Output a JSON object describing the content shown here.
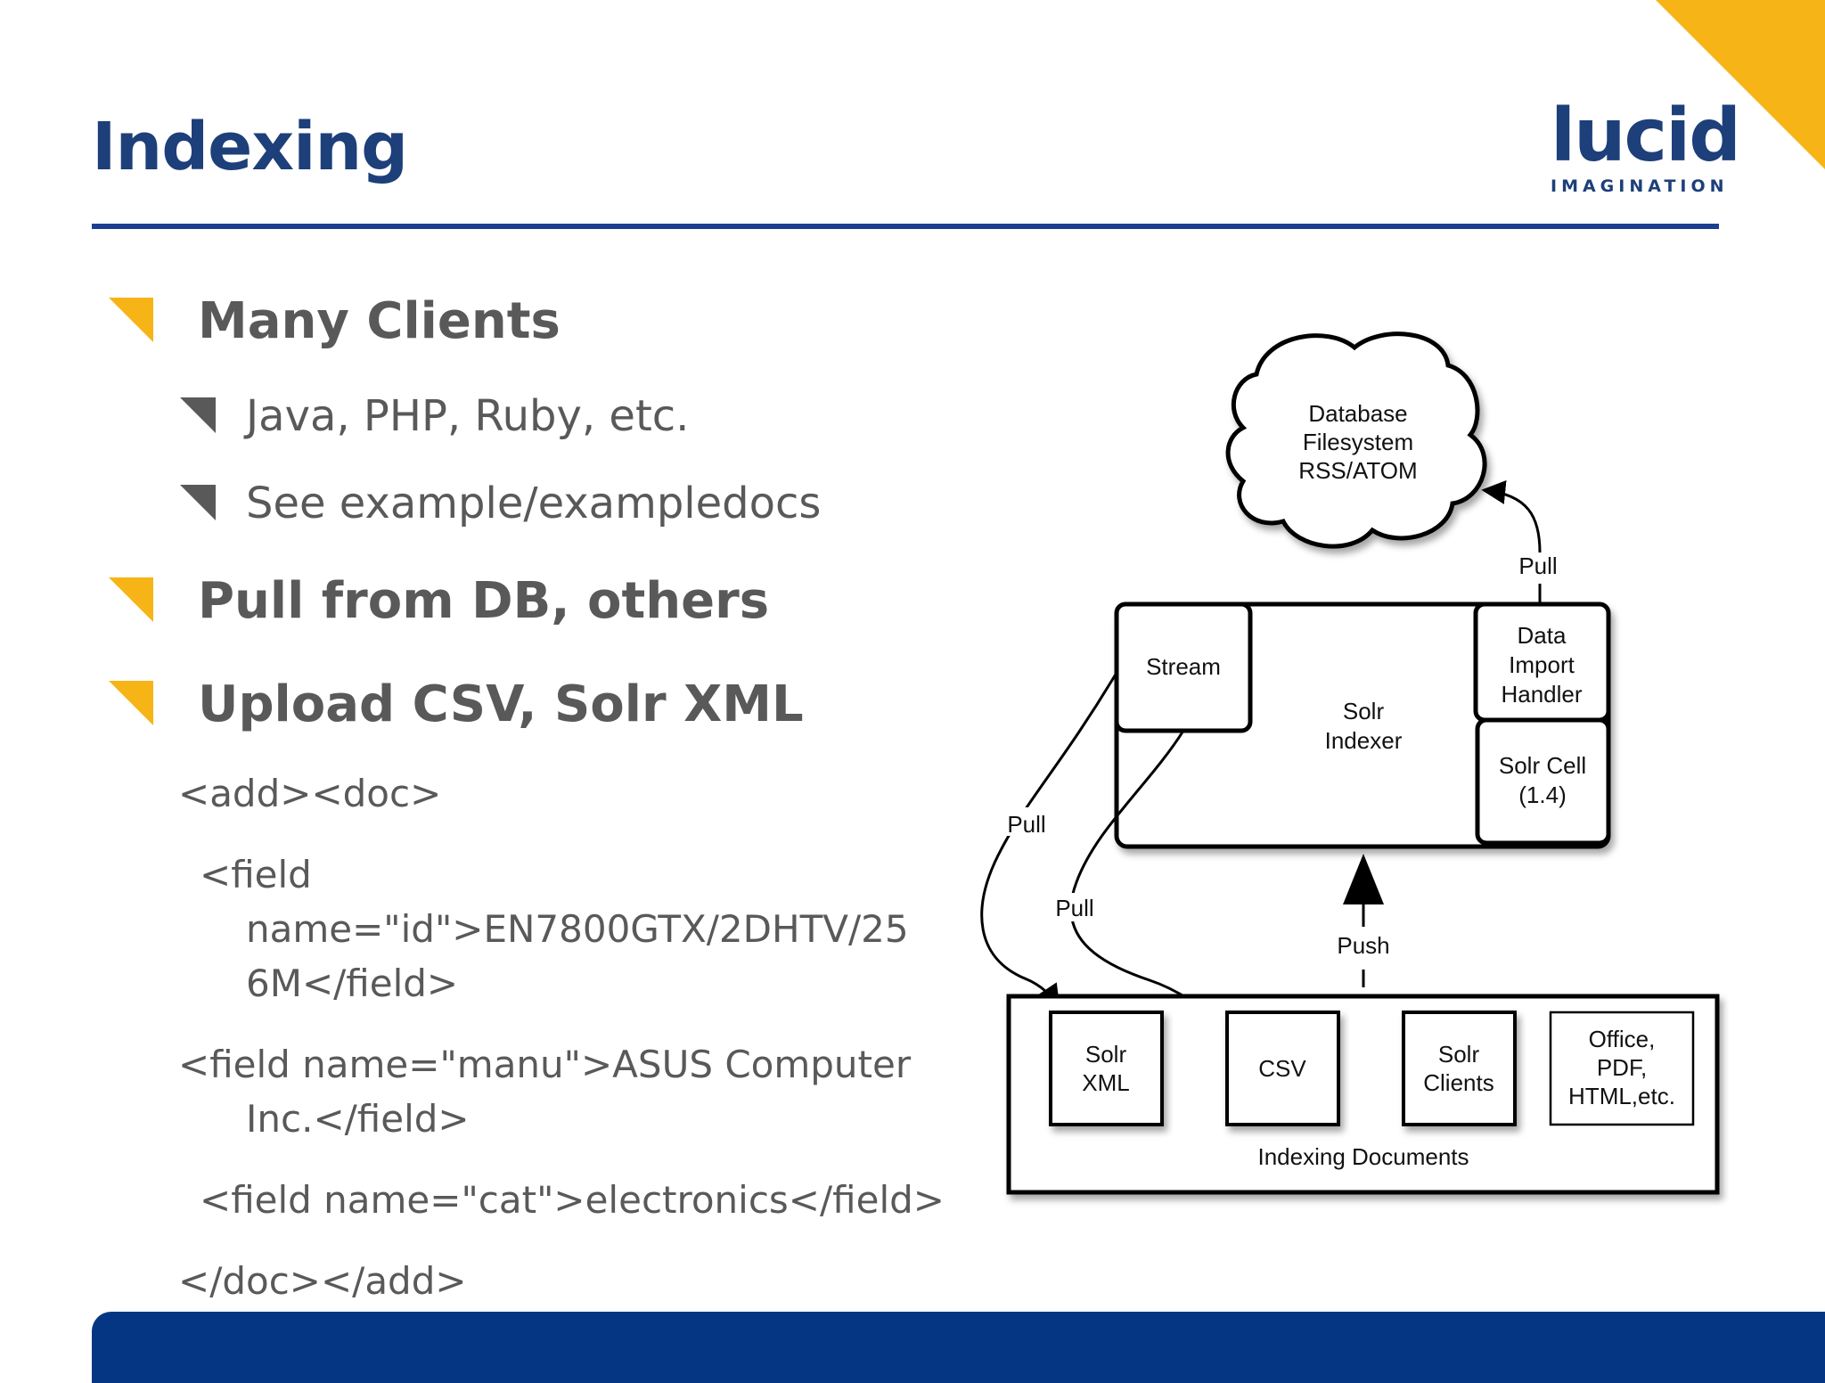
{
  "slide": {
    "title": "Indexing",
    "accent_color": "#f6b417",
    "brand_color": "#1d3f7a",
    "footer_color": "#053683"
  },
  "logo": {
    "main": "lucid",
    "sub": "IMAGINATION"
  },
  "bullets": [
    {
      "text": "Many Clients",
      "level": 1,
      "icon": "triangle-bullet-icon"
    },
    {
      "text": "Java, PHP, Ruby, etc.",
      "level": 2,
      "icon": "triangle-bullet-icon"
    },
    {
      "text": "See example/exampledocs",
      "level": 2,
      "icon": "triangle-bullet-icon"
    },
    {
      "text": "Pull from DB, others",
      "level": 1,
      "icon": "triangle-bullet-icon"
    },
    {
      "text": "Upload CSV, Solr XML",
      "level": 1,
      "icon": "triangle-bullet-icon"
    }
  ],
  "code": {
    "line1": "<add><doc>",
    "line2a": "<field",
    "line2b": "name=\"id\">EN7800GTX/2DHTV/25",
    "line2c": "6M</field>",
    "line3a": "<field name=\"manu\">ASUS Computer",
    "line3b": "Inc.</field>",
    "line4": "<field name=\"cat\">electronics</field>",
    "line5": "</doc></add>"
  },
  "diagram": {
    "cloud_lines": [
      "Database",
      "Filesystem",
      "RSS/ATOM"
    ],
    "indexer_lines": [
      "Solr",
      "Indexer"
    ],
    "stream": "Stream",
    "dih_lines": [
      "Data",
      "Import",
      "Handler"
    ],
    "solrcell_lines": [
      "Solr Cell",
      "(1.4)"
    ],
    "pull": "Pull",
    "push": "Push",
    "docs_label": "Indexing Documents",
    "solrxml_lines": [
      "Solr",
      "XML"
    ],
    "csv": "CSV",
    "solrclients_lines": [
      "Solr",
      "Clients"
    ],
    "office_lines": [
      "Office,",
      "PDF,",
      "HTML,etc."
    ]
  }
}
